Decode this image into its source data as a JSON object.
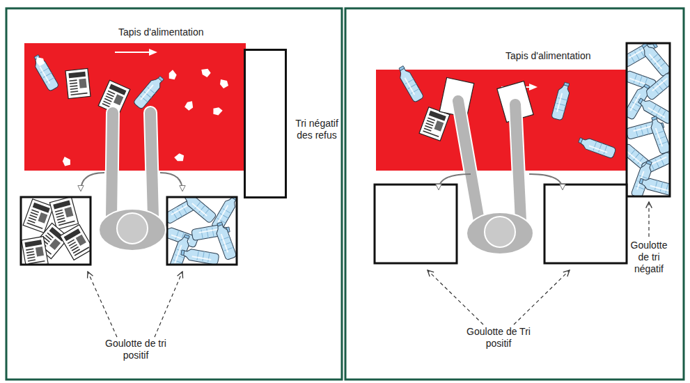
{
  "diagram": {
    "nodes": [
      {
        "text": [
          "Tapis d'alimentation"
        ]
      },
      {
        "text": [
          "Tri négatif des refus"
        ]
      },
      {
        "text": [
          "Tapis d'alimentation"
        ]
      }
    ],
    "labels": [
      "Goulotte de tri positif",
      "Goulotte de Tri positif",
      "Goulotte de tri négatif"
    ]
  }
}
